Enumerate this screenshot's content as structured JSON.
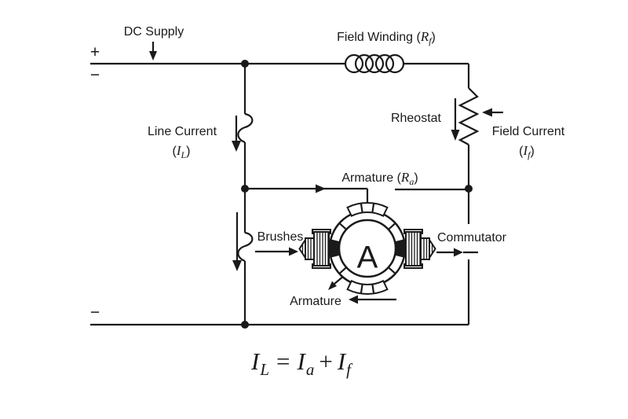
{
  "labels": {
    "dc_supply": "DC Supply",
    "plus_terminal": "+",
    "minus_terminal_top": "−",
    "minus_terminal_bottom": "−",
    "field_winding_prefix": "Field Winding (",
    "field_winding_symbol": "R",
    "field_winding_subscript": "f",
    "field_winding_suffix": ")",
    "rheostat": "Rheostat",
    "field_current": "Field Current",
    "field_current_open": "(",
    "field_current_symbol": "I",
    "field_current_subscript": "f",
    "field_current_close": ")",
    "line_current": "Line Current",
    "line_current_open": "(",
    "line_current_symbol": "I",
    "line_current_subscript": "L",
    "line_current_close": ")",
    "armature_resistance_prefix": "Armature (",
    "armature_resistance_symbol": "R",
    "armature_resistance_subscript": "a",
    "armature_resistance_suffix": ")",
    "brushes": "Brushes",
    "commutator": "Commutator",
    "armature": "Armature",
    "motor_letter": "A"
  },
  "equation": {
    "term1_symbol": "I",
    "term1_subscript": "L",
    "equals": "=",
    "term2_symbol": "I",
    "term2_subscript": "a",
    "plus": "+",
    "term3_symbol": "I",
    "term3_subscript": "f"
  },
  "colors": {
    "ink": "#1a1a1a",
    "background": "#ffffff"
  }
}
